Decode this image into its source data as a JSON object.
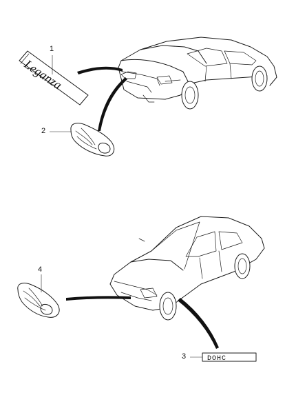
{
  "callouts": [
    {
      "number": "1",
      "script_text": "Leganza"
    },
    {
      "number": "2"
    },
    {
      "number": "3",
      "badge_text": "DOHC"
    },
    {
      "number": "4"
    }
  ]
}
